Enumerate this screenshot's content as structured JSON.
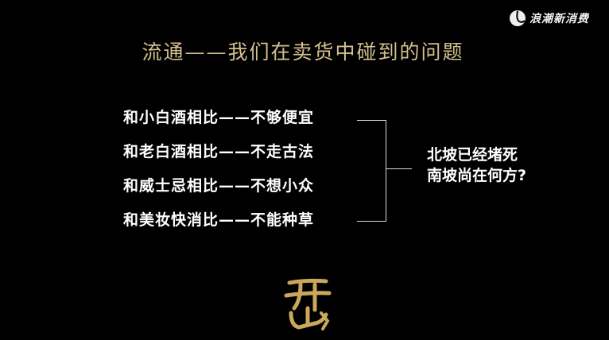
{
  "brand": {
    "name": "浪潮新消费",
    "logo_icon": "leaf-circle-icon"
  },
  "title": "流通——我们在卖货中碰到的问题",
  "comparisons": [
    "和小白酒相比——不够便宜",
    "和老白酒相比——不走古法",
    "和威士忌相比——不想小众",
    "和美妆快消比——不能种草"
  ],
  "question": [
    "北坡已经堵死",
    "南坡尚在何方?"
  ],
  "seal": {
    "text": "开山",
    "color": "#c9a85c"
  },
  "colors": {
    "title": "#d2c08e",
    "background": "#000000"
  }
}
